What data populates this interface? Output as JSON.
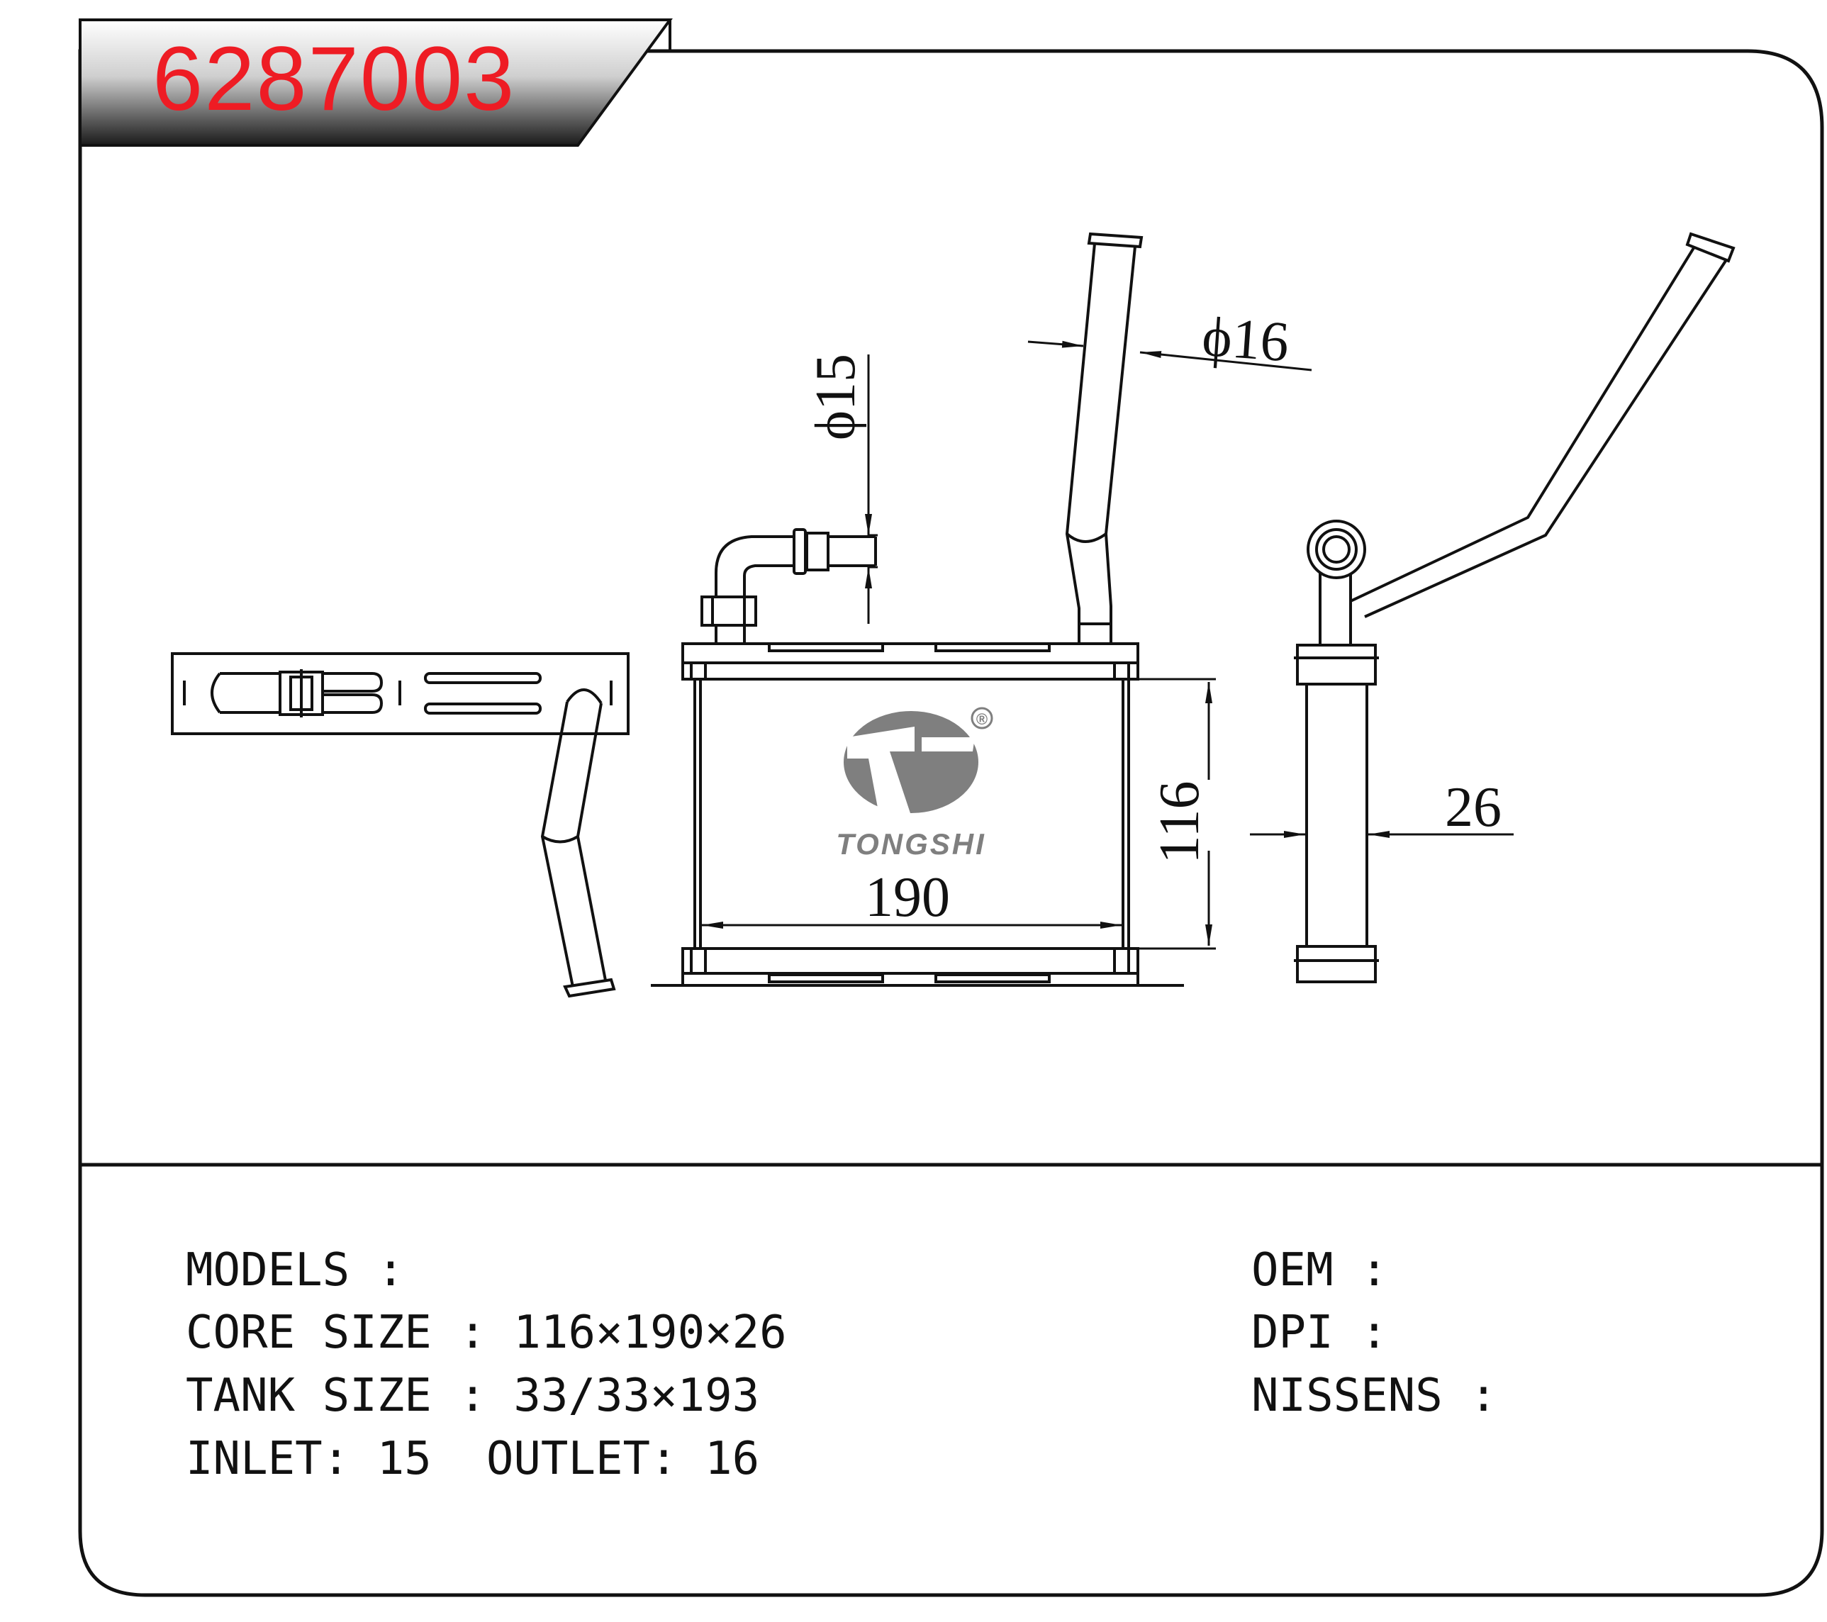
{
  "header": {
    "part_number": "6287003"
  },
  "logo": {
    "brand": "TONGSHI",
    "mark": "®"
  },
  "dimensions": {
    "inlet_diameter": "ϕ15",
    "outlet_diameter": "ϕ16",
    "core_height": "116",
    "core_width": "190",
    "core_depth": "26"
  },
  "specs": {
    "models": "MODELS :",
    "core_size": "CORE SIZE : 116×190×26",
    "tank_size": "TANK SIZE : 33/33×193",
    "inlet_outlet": "INLET: 15  OUTLET: 16",
    "oem": "OEM :",
    "dpi": "DPI :",
    "nissens": "NISSENS :"
  },
  "colors": {
    "part_number": "#ee1c24",
    "logo": "#7f7f7f",
    "line": "#111111"
  }
}
